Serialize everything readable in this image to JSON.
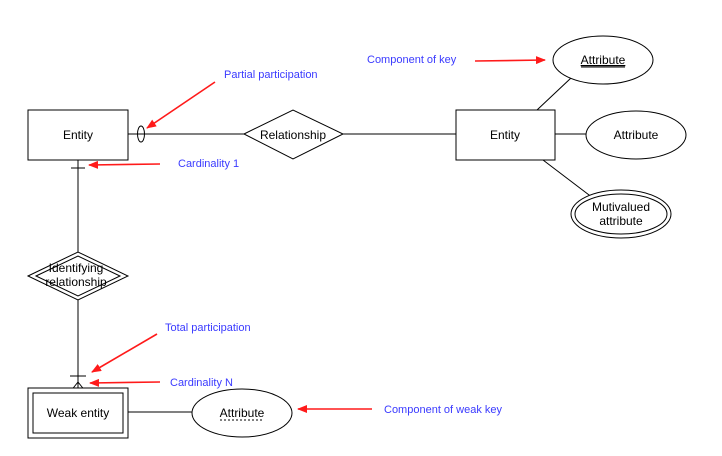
{
  "diagram": {
    "shapes": {
      "entity_left": "Entity",
      "relationship": "Relationship",
      "entity_right": "Entity",
      "attribute_key": "Attribute",
      "attribute_plain": "Attribute",
      "multivalued_line1": "Mutivalued",
      "multivalued_line2": "attribute",
      "identifying_line1": "Identifying",
      "identifying_line2": "relationship",
      "weak_entity": "Weak entity",
      "weak_attribute": "Attribute"
    },
    "annotations": {
      "component_of_key": "Component of key",
      "partial_participation": "Partial participation",
      "cardinality_1": "Cardinality 1",
      "total_participation": "Total participation",
      "cardinality_n": "Cardinality N",
      "component_of_weak_key": "Component of weak key"
    },
    "colors": {
      "annotation_text": "#3a3aff",
      "arrow": "#ff1a1a",
      "shape_stroke": "#000000"
    }
  }
}
